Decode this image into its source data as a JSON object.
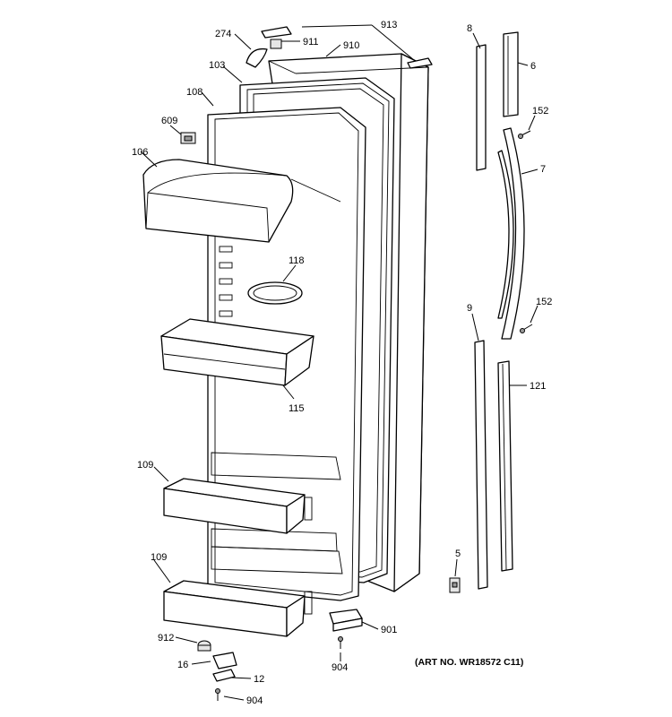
{
  "art_number": "(ART NO. WR18572 C11)",
  "labels": {
    "p913": "913",
    "p274": "274",
    "p911": "911",
    "p910": "910",
    "p103": "103",
    "p108": "108",
    "p609": "609",
    "p106": "106",
    "p118": "118",
    "p115": "115",
    "p109a": "109",
    "p109b": "109",
    "p912": "912",
    "p16": "16",
    "p12": "12",
    "p904a": "904",
    "p904b": "904",
    "p901": "901",
    "p8": "8",
    "p6": "6",
    "p152a": "152",
    "p7": "7",
    "p152b": "152",
    "p9": "9",
    "p121": "121",
    "p5": "5"
  }
}
